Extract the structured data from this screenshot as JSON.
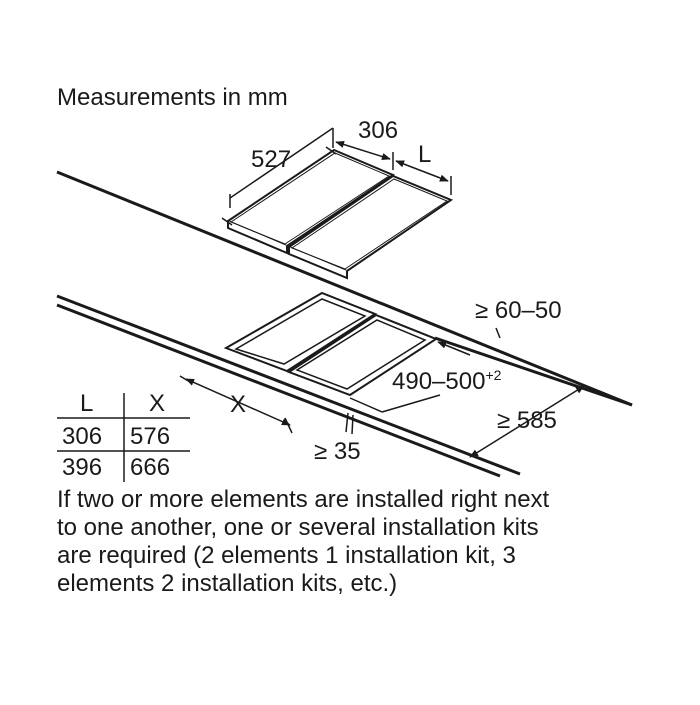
{
  "heading": "Measurements in mm",
  "dimensions": {
    "width_527": "527",
    "depth_306": "306",
    "length_L": "L",
    "clearance_60_50": "≥ 60–50",
    "cutout_490_500": "490–500",
    "cutout_tolerance": "+2",
    "cutout_X": "X",
    "edge_35": "≥ 35",
    "depth_585": "≥ 585"
  },
  "table": {
    "headers": [
      "L",
      "X"
    ],
    "rows": [
      [
        "306",
        "576"
      ],
      [
        "396",
        "666"
      ]
    ]
  },
  "note_lines": [
    "If two or more elements are installed right next",
    "to one another, one or several installation kits",
    "are required (2 elements 1 installation kit, 3",
    "elements 2 installation kits, etc.)"
  ],
  "colors": {
    "line": "#1a1a1a",
    "background": "#ffffff"
  }
}
